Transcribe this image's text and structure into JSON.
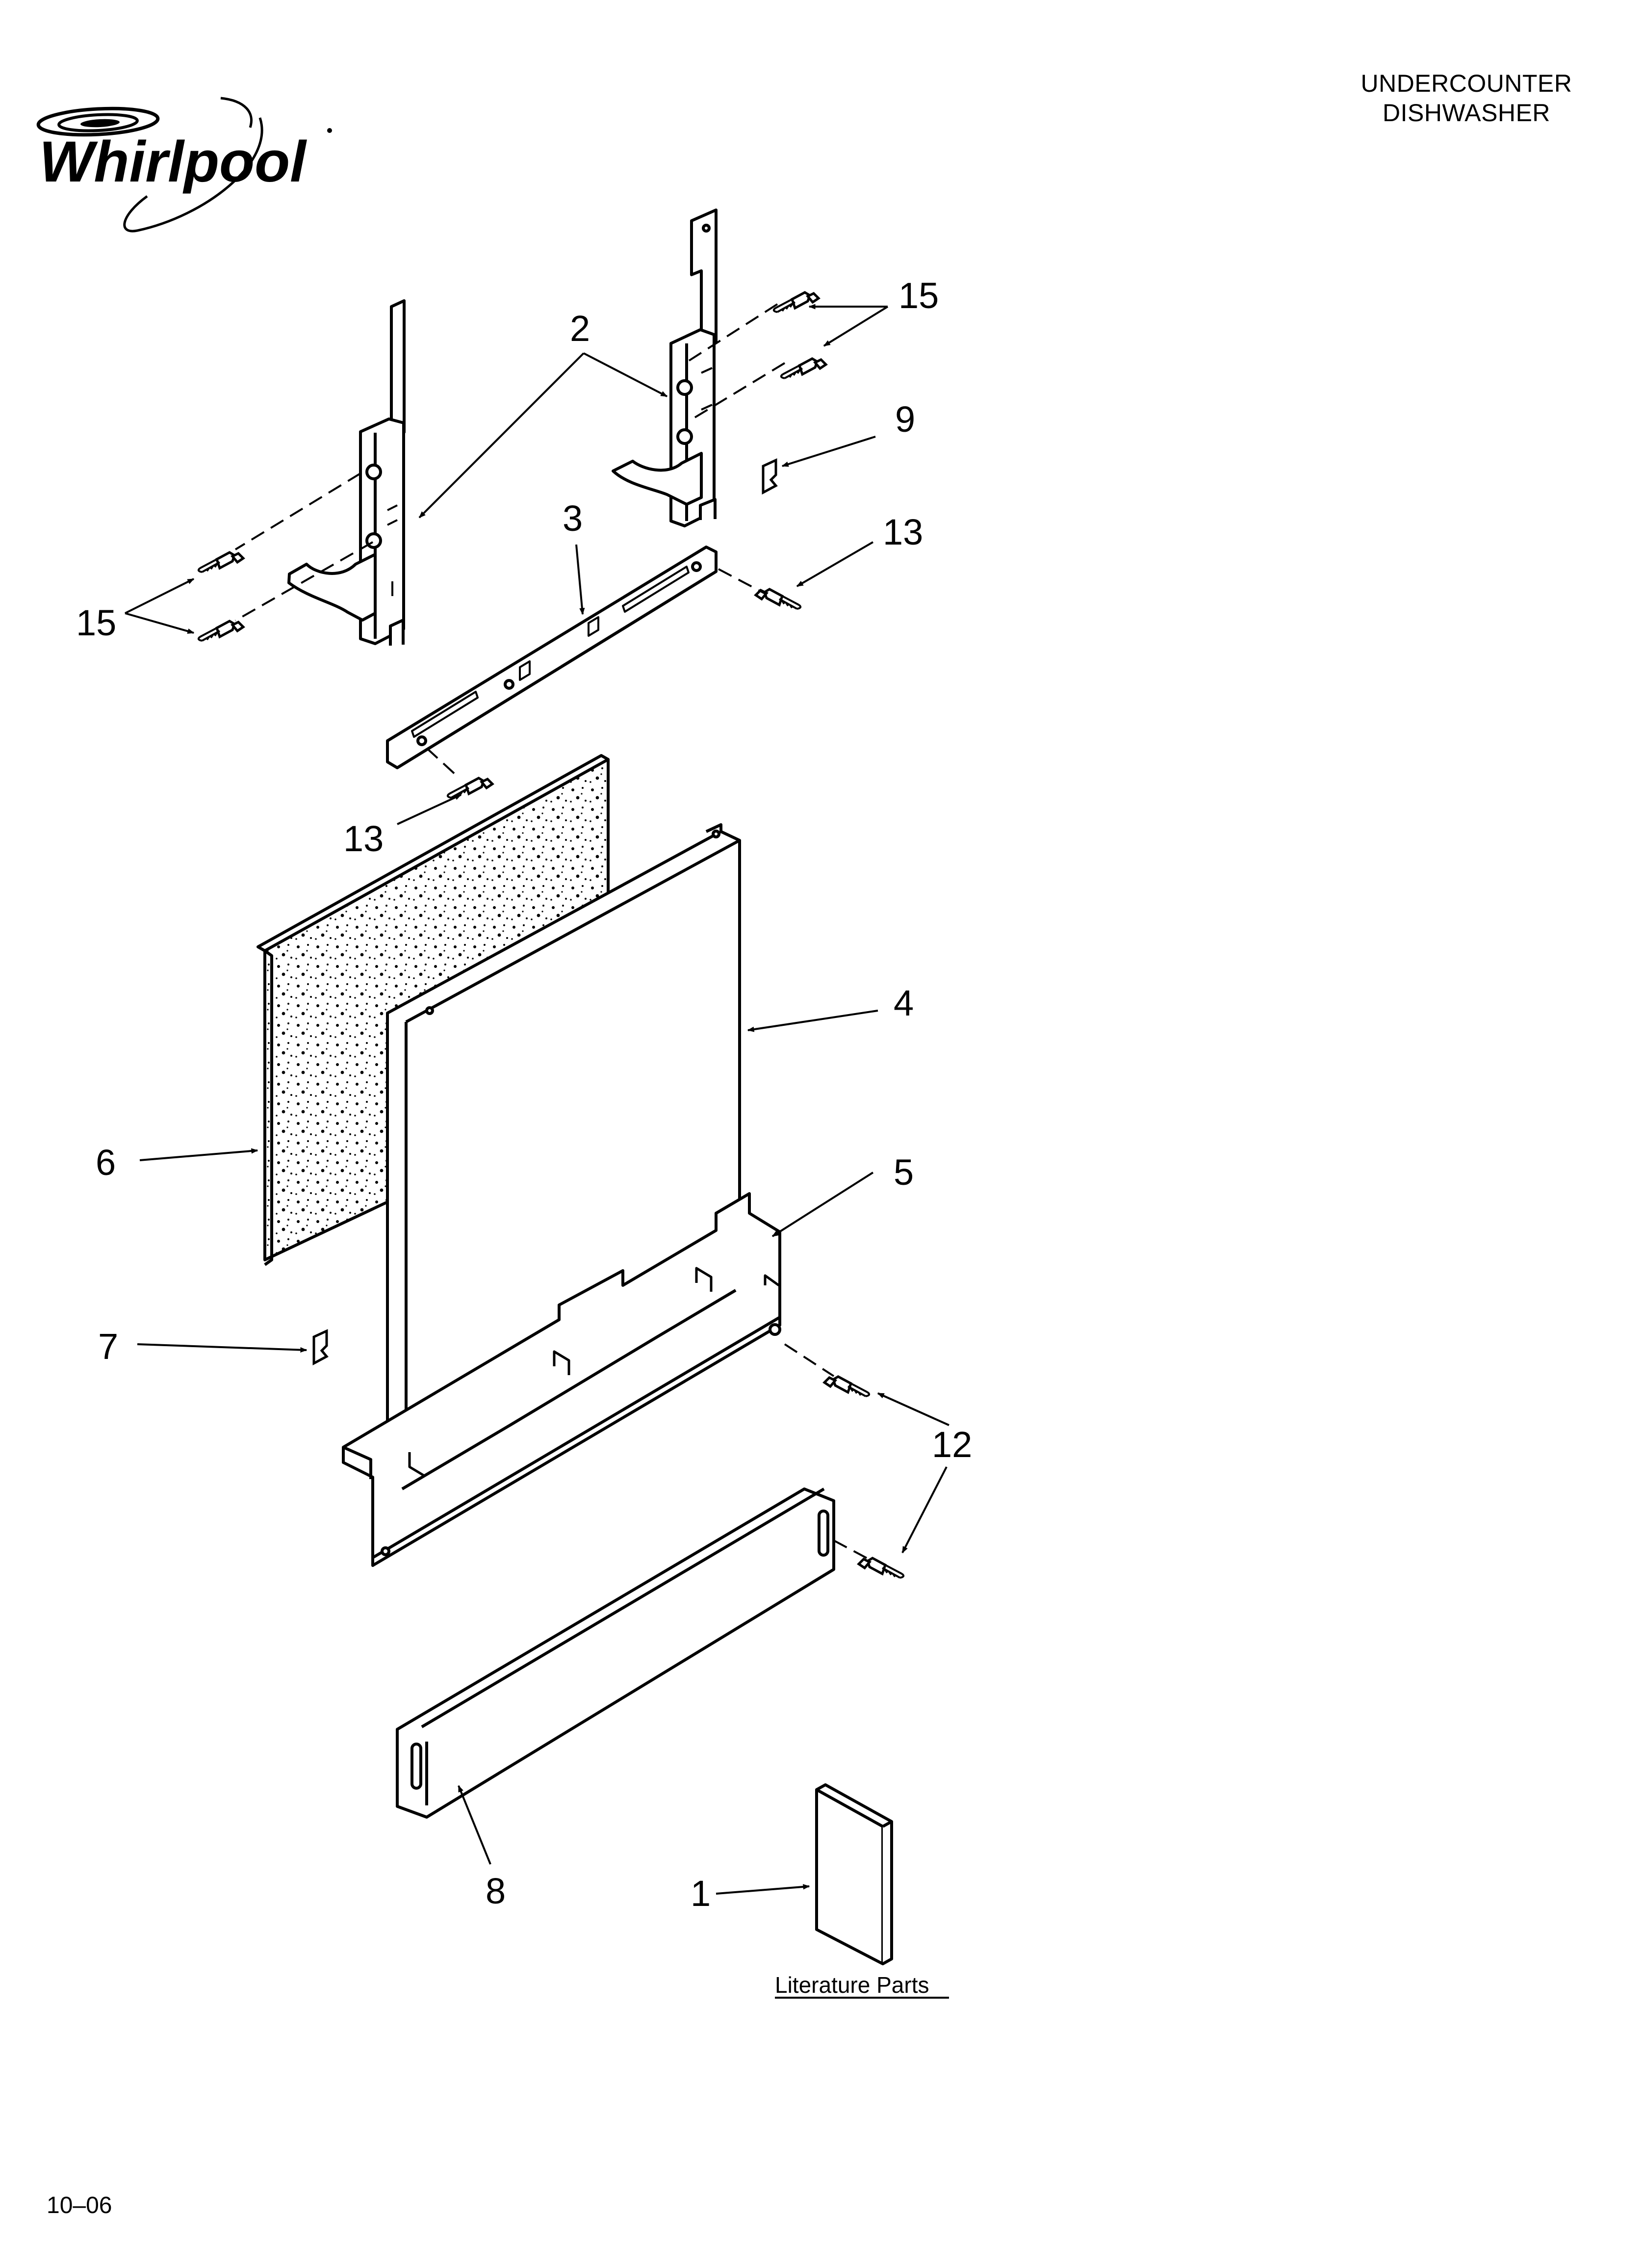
{
  "brand": {
    "logo_text": "Whirlpool"
  },
  "header": {
    "line1": "UNDERCOUNTER",
    "line2": "DISHWASHER"
  },
  "callouts": {
    "c1": "1",
    "c2": "2",
    "c3": "3",
    "c4": "4",
    "c5": "5",
    "c6": "6",
    "c7": "7",
    "c8": "8",
    "c9": "9",
    "c12": "12",
    "c13a": "13",
    "c13b": "13",
    "c15a": "15",
    "c15b": "15"
  },
  "literature_label": "Literature Parts",
  "footer": {
    "date": "10–06"
  },
  "colors": {
    "ink": "#000000",
    "paper": "#ffffff"
  }
}
